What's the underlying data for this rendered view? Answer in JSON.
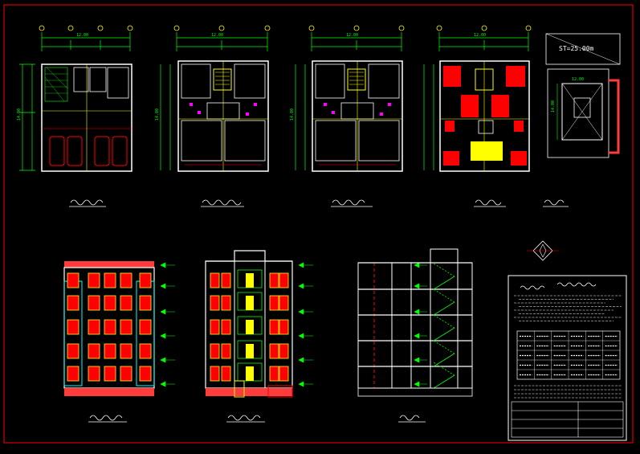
{
  "colors": {
    "background": "#000000",
    "frame": "#ff0000",
    "wall": "#ffffff",
    "dim": "#00ff00",
    "grid": "#ffff00",
    "detail": "#ff00ff",
    "fill_red": "#ff0000",
    "fill_yellow": "#ffff00",
    "cyan": "#00ffff",
    "brick": "#ff3b3b"
  },
  "plans": [
    {
      "name": "ground-floor-plan",
      "dim_total": "12.00",
      "dim_side": "14.00"
    },
    {
      "name": "typical-floor-plan-a",
      "dim_total": "12.00",
      "dim_side": "14.00"
    },
    {
      "name": "typical-floor-plan-b",
      "dim_total": "12.00",
      "dim_side": "14.00"
    },
    {
      "name": "furnished-floor-plan",
      "dim_total": "12.00",
      "dim_side": ""
    }
  ],
  "site_plan": {
    "street_label": "ST=25.00m",
    "dim_width": "12.00",
    "dim_depth": "14.00"
  },
  "north_arrow": {
    "icon": "north-arrow-icon"
  },
  "title_block": {
    "rows": 5,
    "cols": 6
  },
  "elevations": [
    {
      "name": "side-elevation"
    },
    {
      "name": "front-elevation"
    },
    {
      "name": "section-a-a"
    }
  ]
}
